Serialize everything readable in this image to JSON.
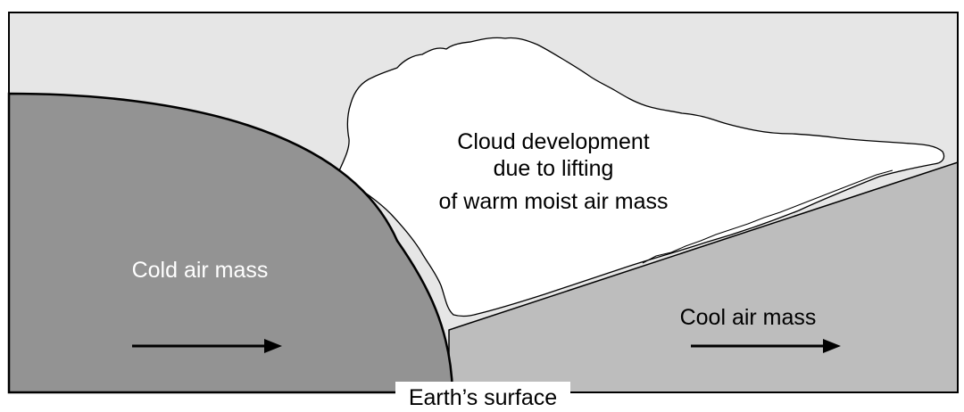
{
  "labels": {
    "cloud_line1": "Cloud development",
    "cloud_line2": "due to lifting",
    "cloud_line3": "of warm moist air mass",
    "cold_air_mass": "Cold air mass",
    "cool_air_mass": "Cool air mass",
    "earth_surface": "Earth’s surface"
  },
  "colors": {
    "sky": "#e6e6e6",
    "cold_air_mass": "#939393",
    "cool_air_mass": "#bdbdbd",
    "cloud": "#ffffff",
    "outline": "#000000"
  },
  "icons": {
    "cold_direction": "arrow-right-icon",
    "cool_direction": "arrow-right-icon"
  }
}
